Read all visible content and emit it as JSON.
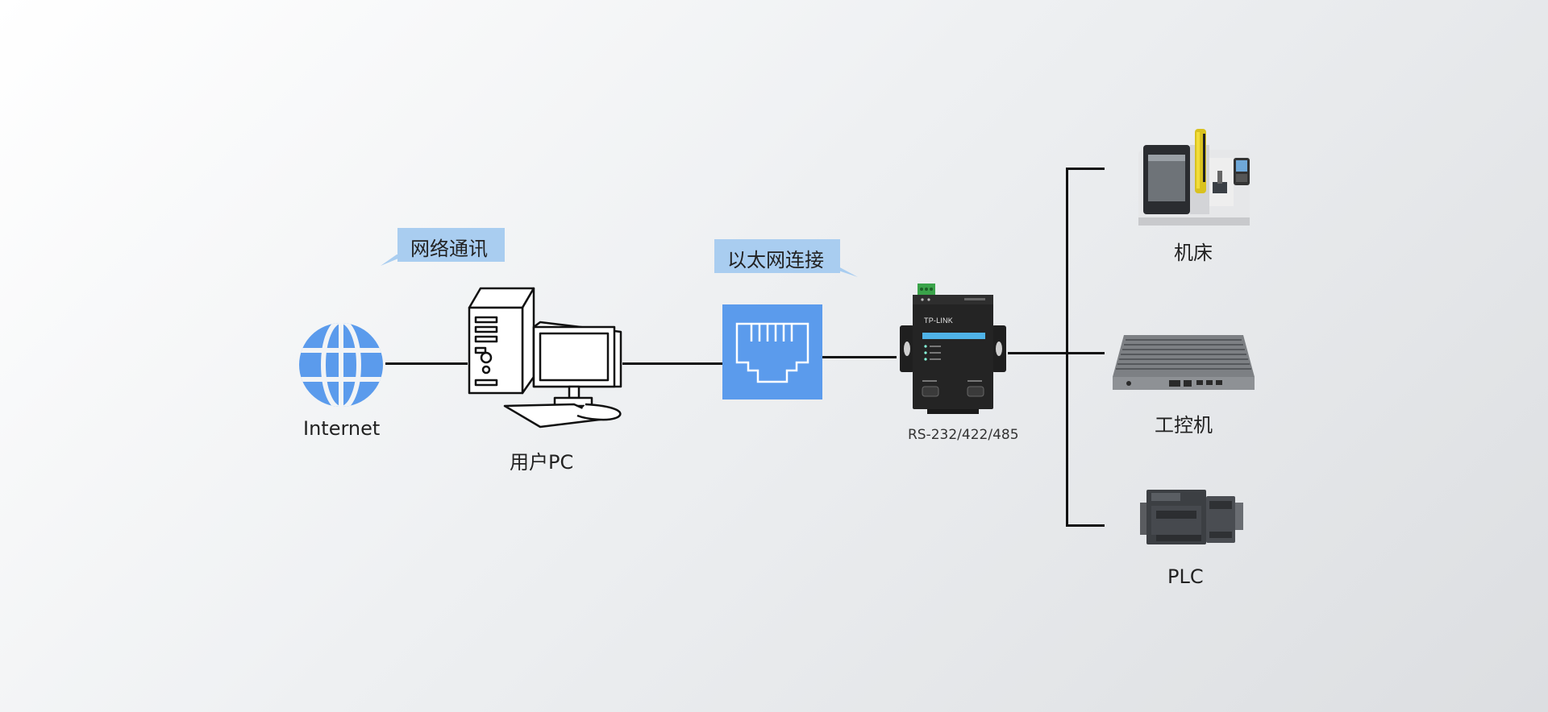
{
  "nodes": {
    "internet": "Internet",
    "user_pc": "用户PC",
    "device_port": "RS-232/422/485",
    "machine_tool": "机床",
    "industrial_pc": "工控机",
    "plc": "PLC"
  },
  "callouts": {
    "network": "网络通讯",
    "ethernet": "以太网连接"
  },
  "brand": {
    "device_logo": "TP-LINK"
  },
  "colors": {
    "accent_blue": "#5b9bec",
    "callout_blue": "#a9cdf0",
    "line": "#111111"
  }
}
